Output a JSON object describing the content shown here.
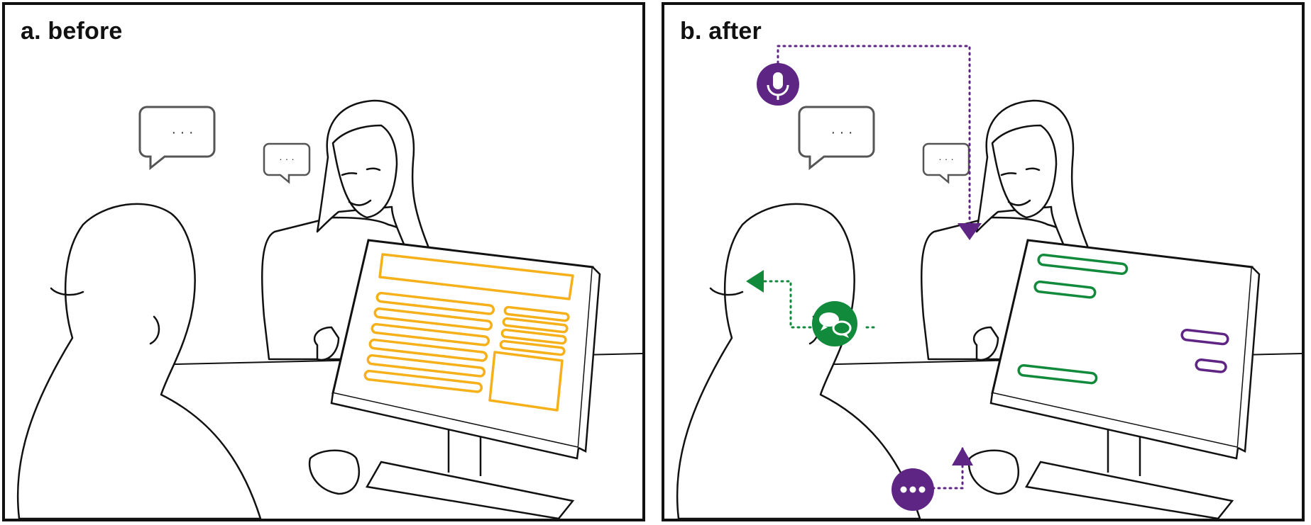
{
  "panels": [
    {
      "id": "a",
      "title": "a. before"
    },
    {
      "id": "b",
      "title": "b. after"
    }
  ],
  "speech_bubble_text": "· · ·",
  "colors": {
    "line": "#111111",
    "bubble_gray": "#555555",
    "before_layout": "#f5b01a",
    "transcript_green": "#128a3c",
    "ai_purple": "#5f2585"
  },
  "icons": {
    "microphone": "microphone-icon",
    "chat": "chat-bubbles-icon",
    "more": "more-dots-icon"
  }
}
